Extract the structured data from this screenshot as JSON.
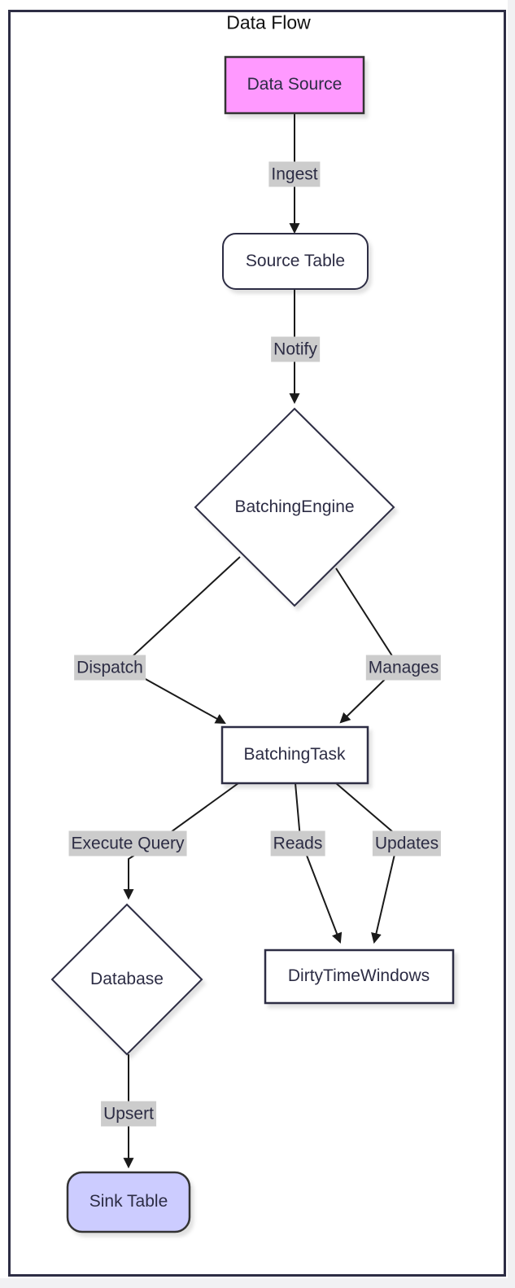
{
  "diagram": {
    "title": "Data Flow",
    "nodes": [
      {
        "id": "data-source",
        "label": "Data Source",
        "shape": "rectangle",
        "fill": "#ff99ff",
        "stroke": "#333333"
      },
      {
        "id": "source-table",
        "label": "Source Table",
        "shape": "rounded",
        "fill": "#ffffff",
        "stroke": "#2d2d44"
      },
      {
        "id": "batching-engine",
        "label": "BatchingEngine",
        "shape": "diamond",
        "fill": "#ffffff",
        "stroke": "#2d2d44"
      },
      {
        "id": "batching-task",
        "label": "BatchingTask",
        "shape": "rectangle",
        "fill": "#ffffff",
        "stroke": "#2d2d44"
      },
      {
        "id": "database",
        "label": "Database",
        "shape": "diamond",
        "fill": "#ffffff",
        "stroke": "#2d2d44"
      },
      {
        "id": "dirty-time-windows",
        "label": "DirtyTimeWindows",
        "shape": "rectangle",
        "fill": "#ffffff",
        "stroke": "#2d2d44"
      },
      {
        "id": "sink-table",
        "label": "Sink Table",
        "shape": "rounded",
        "fill": "#ccccff",
        "stroke": "#333333"
      }
    ],
    "edges": [
      {
        "from": "Data Source",
        "to": "Source Table",
        "label": "Ingest"
      },
      {
        "from": "Source Table",
        "to": "BatchingEngine",
        "label": "Notify"
      },
      {
        "from": "BatchingEngine",
        "to": "BatchingTask",
        "label": "Dispatch"
      },
      {
        "from": "BatchingEngine",
        "to": "BatchingTask",
        "label": "Manages"
      },
      {
        "from": "BatchingTask",
        "to": "Database",
        "label": "Execute Query"
      },
      {
        "from": "BatchingTask",
        "to": "DirtyTimeWindows",
        "label": "Reads"
      },
      {
        "from": "BatchingTask",
        "to": "DirtyTimeWindows",
        "label": "Updates"
      },
      {
        "from": "Database",
        "to": "Sink Table",
        "label": "Upsert"
      }
    ],
    "colors": {
      "edge_line": "#1a1a1a",
      "edge_label_bg": "#cccccc",
      "node_border": "#2d2d44",
      "styled_node_border": "#333333",
      "source_fill": "#ff99ff",
      "sink_fill": "#ccccff",
      "node_fill": "#ffffff",
      "frame_border": "#2d2d44",
      "text": "#2c2c44"
    }
  }
}
